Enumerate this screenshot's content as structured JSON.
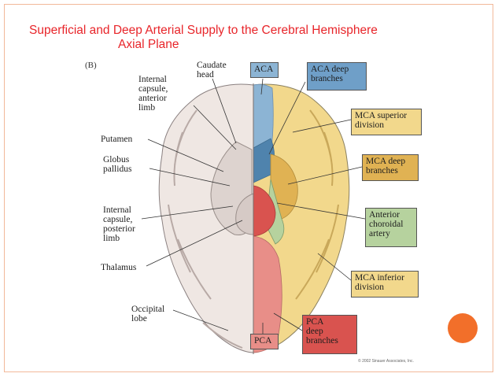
{
  "slide": {
    "title": "Superficial and Deep Arterial Supply to the Cerebral Hemisphere",
    "subtitle": "Axial Plane"
  },
  "figure": {
    "panel_label": "(B)",
    "copyright": "© 2002 Sinauer Associates, Inc.",
    "left_labels": {
      "internal_capsule_anterior_limb": "Internal\ncapsule,\nanterior\nlimb",
      "caudate_head": "Caudate\nhead",
      "putamen": "Putamen",
      "globus_pallidus": "Globus\npallidus",
      "internal_capsule_posterior_limb": "Internal\ncapsule,\nposterior\nlimb",
      "thalamus": "Thalamus",
      "occipital_lobe": "Occipital\nlobe"
    },
    "territory_boxes": {
      "aca": "ACA",
      "aca_deep": "ACA deep\nbranches",
      "mca_superior": "MCA superior\ndivision",
      "mca_deep": "MCA deep\nbranches",
      "anterior_choroidal": "Anterior\nchoroidal\nartery",
      "mca_inferior": "MCA inferior\ndivision",
      "pca_deep": "PCA\ndeep\nbranches",
      "pca": "PCA"
    },
    "colors": {
      "aca": "#8cb4d4",
      "aca_deep": "#6f9fc8",
      "mca": "#f2d88c",
      "mca_deep": "#e0b253",
      "anterior_choroidal": "#b6d29e",
      "pca": "#e88e88",
      "pca_deep": "#d9534f",
      "tissue": "#efe7e3",
      "title_red": "#e8252a",
      "accent_orange": "#f26f2a"
    }
  }
}
